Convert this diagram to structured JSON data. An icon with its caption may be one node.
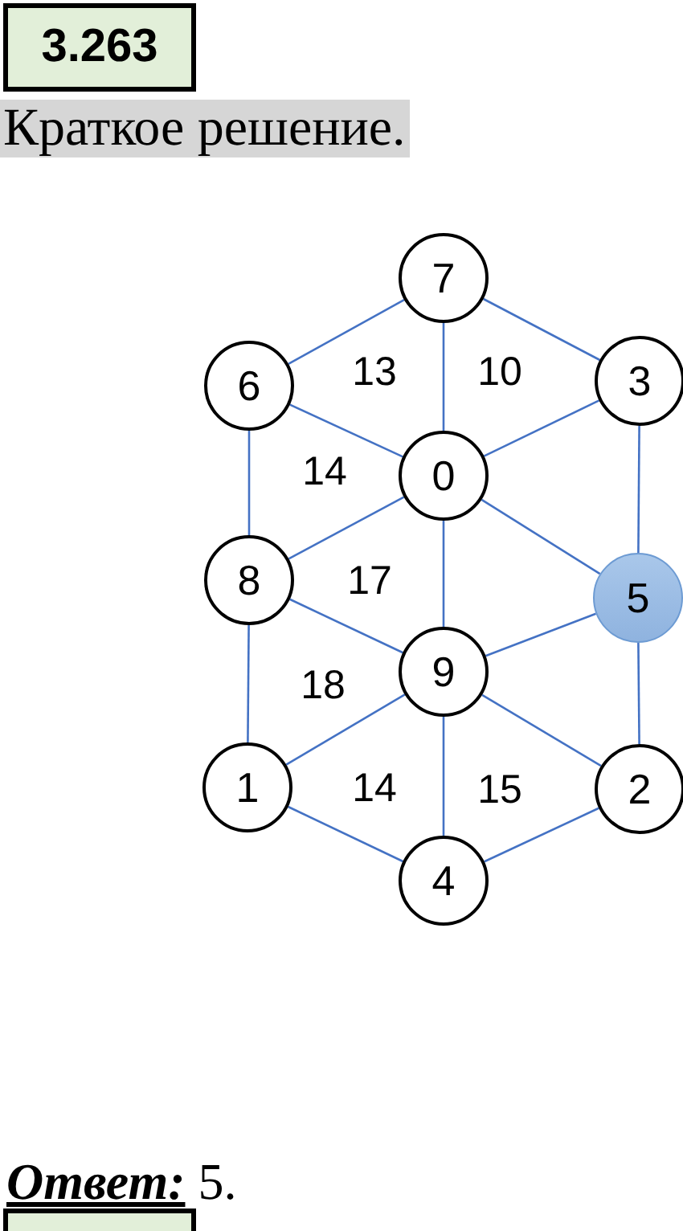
{
  "diagram": {
    "title": "3.263",
    "nodes": [
      {
        "text": [
          "7"
        ]
      },
      {
        "text": [
          "6"
        ]
      },
      {
        "text": [
          "3"
        ]
      },
      {
        "text": [
          "0"
        ]
      },
      {
        "text": [
          "8"
        ]
      },
      {
        "text": [
          "5"
        ]
      },
      {
        "text": [
          "9"
        ]
      },
      {
        "text": [
          "1"
        ]
      },
      {
        "text": [
          "2"
        ]
      },
      {
        "text": [
          "4"
        ]
      }
    ],
    "edges": [
      {
        "from": 0,
        "to": 1,
        "arrow": "none"
      },
      {
        "from": 0,
        "to": 2,
        "arrow": "none"
      },
      {
        "from": 0,
        "to": 3,
        "arrow": "none"
      },
      {
        "from": 1,
        "to": 3,
        "arrow": "none"
      },
      {
        "from": 2,
        "to": 3,
        "arrow": "none"
      },
      {
        "from": 1,
        "to": 4,
        "arrow": "none"
      },
      {
        "from": 4,
        "to": 3,
        "arrow": "none"
      },
      {
        "from": 3,
        "to": 5,
        "arrow": "none"
      },
      {
        "from": 2,
        "to": 5,
        "arrow": "none"
      },
      {
        "from": 3,
        "to": 6,
        "arrow": "none"
      },
      {
        "from": 4,
        "to": 6,
        "arrow": "none"
      },
      {
        "from": 6,
        "to": 5,
        "arrow": "none"
      },
      {
        "from": 4,
        "to": 7,
        "arrow": "none"
      },
      {
        "from": 7,
        "to": 6,
        "arrow": "none"
      },
      {
        "from": 6,
        "to": 9,
        "arrow": "none"
      },
      {
        "from": 6,
        "to": 8,
        "arrow": "none"
      },
      {
        "from": 5,
        "to": 8,
        "arrow": "none"
      },
      {
        "from": 7,
        "to": 9,
        "arrow": "none"
      },
      {
        "from": 9,
        "to": 8,
        "arrow": "none"
      }
    ],
    "labels": [
      "Краткое решение.",
      "13",
      "10",
      "14",
      "17",
      "18",
      "14",
      "15",
      "**Ответ:** 5."
    ]
  }
}
